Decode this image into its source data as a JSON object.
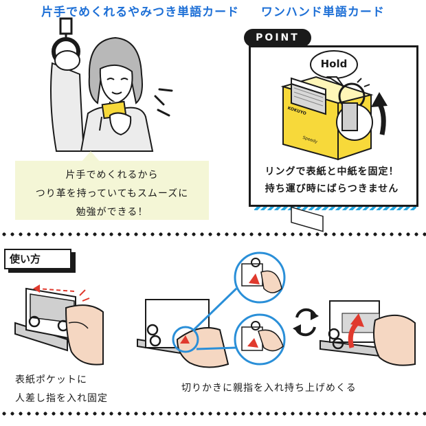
{
  "header": {
    "title_left": "片手でめくれるやみつき単語カード",
    "title_right": "ワンハンド単語カード"
  },
  "commuter_panel": {
    "caption_lines": [
      "片手でめくれるから",
      "つり革を持っていてもスムーズに",
      "勉強ができる！"
    ]
  },
  "point_panel": {
    "badge": "POINT",
    "hold_bubble": "Hold",
    "brand_text": "KOKUYO",
    "cover_label": "Speedy",
    "caption_lines": [
      "リングで表紙と中紙を固定！",
      "持ち運び時にばらつきません"
    ],
    "stripe_color": "#29a8e0"
  },
  "usage": {
    "badge": "使い方",
    "step1_lines": [
      "表紙ポケットに",
      "人差し指を入れ固定"
    ],
    "step2_text": "切りかきに親指を入れ持ち上げめくる"
  },
  "colors": {
    "title_blue": "#1d6fd6",
    "highlight_yellow": "#f7d93a",
    "caption_bg": "#f4f6d6",
    "arrow_red": "#e03a2e",
    "connector_blue": "#2a8fd8"
  }
}
